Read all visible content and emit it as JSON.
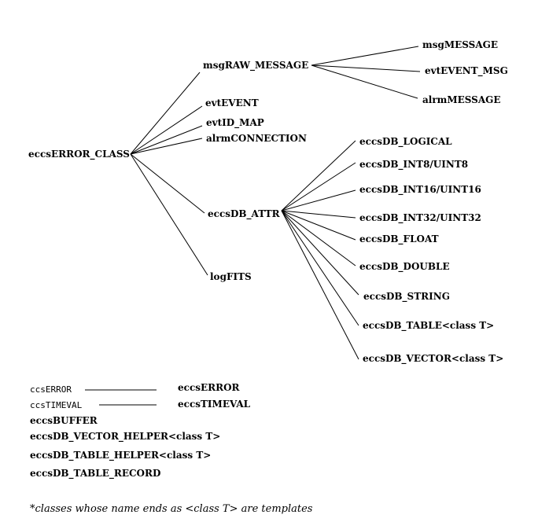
{
  "hierarchy": {
    "root": "eccsERROR_CLASS",
    "children": [
      {
        "name": "msgRAW_MESSAGE",
        "children": [
          "msgMESSAGE",
          "evtEVENT_MSG",
          "alrmMESSAGE"
        ]
      },
      {
        "name": "evtEVENT",
        "children": []
      },
      {
        "name": "evtID_MAP",
        "children": []
      },
      {
        "name": "alrmCONNECTION",
        "children": []
      },
      {
        "name": "eccsDB_ATTR",
        "children": [
          "eccsDB_LOGICAL",
          "eccsDB_INT8/UINT8",
          "eccsDB_INT16/UINT16",
          "eccsDB_INT32/UINT32",
          "eccsDB_FLOAT",
          "eccsDB_DOUBLE",
          "eccsDB_STRING",
          "eccsDB_TABLE<class T>",
          "eccsDB_VECTOR<class T>"
        ]
      },
      {
        "name": "logFITS",
        "children": []
      }
    ]
  },
  "standalone": [
    {
      "name": "ccsERROR",
      "mono": true,
      "derived": "eccsERROR"
    },
    {
      "name": "ccsTIMEVAL",
      "mono": true,
      "derived": "eccsTIMEVAL"
    },
    {
      "name": "eccsBUFFER",
      "mono": false,
      "derived": null
    },
    {
      "name": "eccsDB_VECTOR_HELPER<class T>",
      "mono": false,
      "derived": null
    },
    {
      "name": "eccsDB_TABLE_HELPER<class T>",
      "mono": false,
      "derived": null
    },
    {
      "name": "eccsDB_TABLE_RECORD",
      "mono": false,
      "derived": null
    }
  ],
  "footnote": "*classes whose name ends as <class T> are templates"
}
